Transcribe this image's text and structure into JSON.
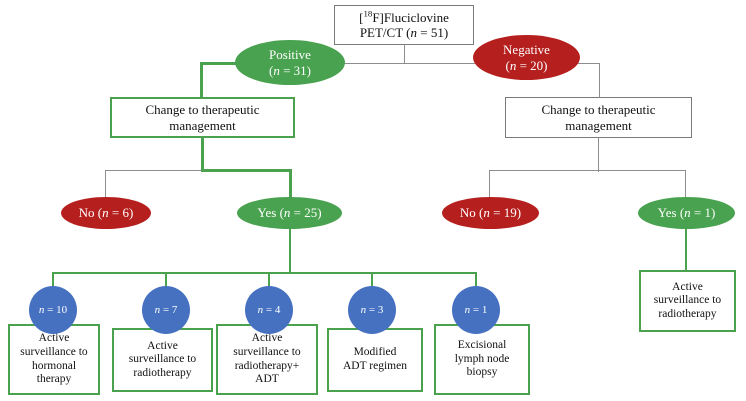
{
  "diagram": {
    "title": "Fluciclovine PET/CT management-change flowchart",
    "colors": {
      "green": "#4aa14e",
      "red": "#b5201f",
      "blue": "#4571c0",
      "gray_line": "#8d8d8d",
      "box_border_gray": "#7a7a7a",
      "text_dark": "#111111",
      "text_light": "#ffffff",
      "background": "#ffffff"
    },
    "root": {
      "line1_prefix": "[",
      "line1_sup": "18",
      "line1_rest": "F]Fluciclovine",
      "line2_text": "PET/CT (",
      "line2_n": "n",
      "line2_value": " = 51)"
    },
    "scan_results": [
      {
        "label": "Positive",
        "n_prefix": "(",
        "n_italic": "n",
        "n_value": " = 31)",
        "color": "green"
      },
      {
        "label": "Negative",
        "n_prefix": "(",
        "n_italic": "n",
        "n_value": " = 20)",
        "color": "red"
      }
    ],
    "management_boxes": [
      {
        "line1": "Change to therapeutic",
        "line2": "management",
        "border": "green"
      },
      {
        "line1": "Change to therapeutic",
        "line2": "management",
        "border": "gray"
      }
    ],
    "decisions": [
      {
        "prefix": "No (",
        "italic": "n",
        "suffix": " = 6)",
        "color": "red",
        "branch": "positive"
      },
      {
        "prefix": "Yes (",
        "italic": "n",
        "suffix": " = 25)",
        "color": "green",
        "branch": "positive"
      },
      {
        "prefix": "No (",
        "italic": "n",
        "suffix": " = 19)",
        "color": "red",
        "branch": "negative"
      },
      {
        "prefix": "Yes (",
        "italic": "n",
        "suffix": " = 1)",
        "color": "green",
        "branch": "negative"
      }
    ],
    "counts": [
      {
        "italic": "n",
        "value": " = 10"
      },
      {
        "italic": "n",
        "value": " = 7"
      },
      {
        "italic": "n",
        "value": " = 4"
      },
      {
        "italic": "n",
        "value": " = 3"
      },
      {
        "italic": "n",
        "value": " = 1"
      }
    ],
    "outcomes": [
      {
        "lines": [
          "Active",
          "surveillance to",
          "hormonal",
          "therapy"
        ]
      },
      {
        "lines": [
          "Active",
          "surveillance to",
          "radiotherapy"
        ]
      },
      {
        "lines": [
          "Active",
          "surveillance to",
          "radiotherapy+",
          "ADT"
        ]
      },
      {
        "lines": [
          "Modified",
          "ADT regimen"
        ]
      },
      {
        "lines": [
          "Excisional",
          "lymph node",
          "biopsy"
        ]
      }
    ],
    "negative_outcome": {
      "lines": [
        "Active",
        "surveillance to",
        "radiotherapy"
      ]
    }
  }
}
